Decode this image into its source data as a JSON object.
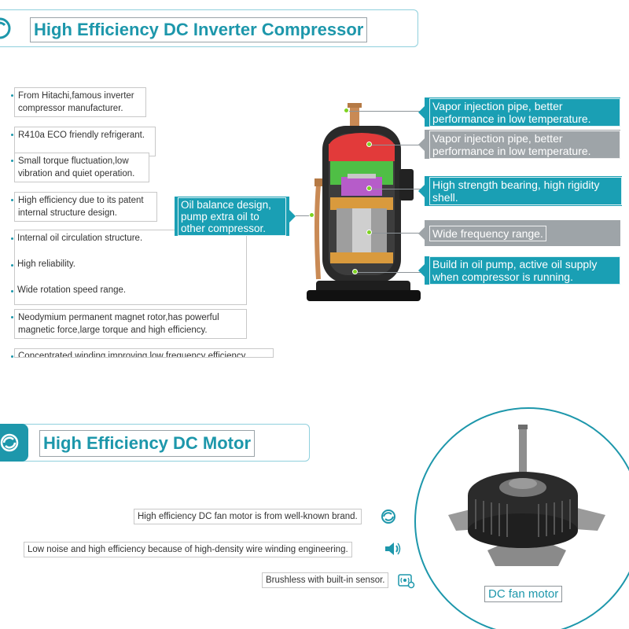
{
  "compressor": {
    "title": "High Efficiency DC Inverter Compressor",
    "features": [
      "From Hitachi,famous inverter compressor manufacturer.",
      "R410a ECO friendly refrigerant.",
      "Small torque fluctuation,low vibration and quiet operation.",
      "High efficiency due to its patent internal structure design.",
      "Internal oil circulation structure.",
      "High reliability.",
      "Wide rotation speed range.",
      "Neodymium permanent magnet rotor,has powerful magnetic force,large torque and high efficiency.",
      "Concentrated winding improving low frequency efficiency"
    ],
    "oil_callout": "Oil balance design, pump extra oil to other compressor.",
    "callouts": [
      {
        "text": "Vapor injection pipe, better performance  in low temperature.",
        "style": "teal"
      },
      {
        "text": "Vapor injection pipe, better performance  in low temperature.",
        "style": "grey"
      },
      {
        "text": "High strength bearing, high  rigidity shell.",
        "style": "teal"
      },
      {
        "text": "Wide frequency range.",
        "style": "grey"
      },
      {
        "text": "Build in oil pump, active oil supply when compressor is running.",
        "style": "teal"
      }
    ]
  },
  "motor": {
    "title": "High Efficiency DC Motor",
    "features": [
      {
        "text": "High efficiency DC fan motor is from well-known brand.",
        "icon": "swirl-icon"
      },
      {
        "text": "Low noise and high efficiency because of high-density wire winding engineering.",
        "icon": "speaker-icon"
      },
      {
        "text": "Brushless with built-in sensor.",
        "icon": "sensor-icon"
      }
    ],
    "image_label": "DC fan motor"
  },
  "colors": {
    "accent": "#1d97ab",
    "callout_teal": "#1a9fb4",
    "callout_grey": "#9ea4a8",
    "marker_green": "#7ed321"
  }
}
